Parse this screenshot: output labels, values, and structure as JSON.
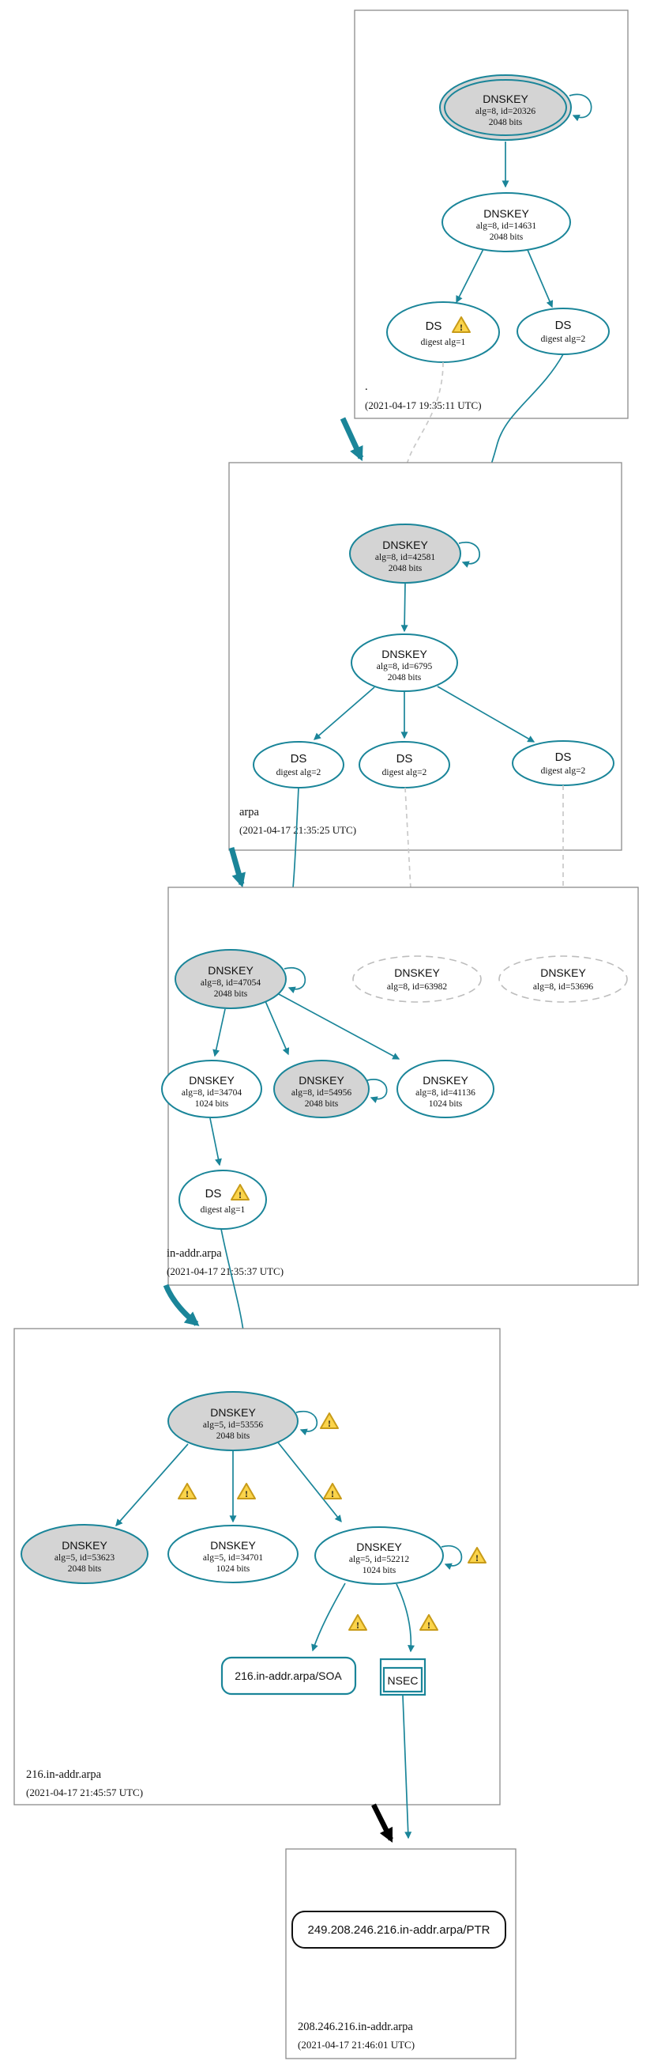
{
  "colors": {
    "teal": "#1a8599",
    "node_fill_gray": "#d4d4d4",
    "dashed_edge_gray": "#c9c9c9",
    "zone_box_border": "#8c8c8c",
    "warning_fill": "#fbd44b",
    "warning_border": "#c89b18",
    "insecure_arrow_black": "#000000"
  },
  "icons": {
    "warning_glyph": "!"
  },
  "zones": {
    "root": {
      "label": ".",
      "timestamp": "(2021-04-17 19:35:11 UTC)"
    },
    "arpa": {
      "label": "arpa",
      "timestamp": "(2021-04-17 21:35:25 UTC)"
    },
    "inaddr": {
      "label": "in-addr.arpa",
      "timestamp": "(2021-04-17 21:35:37 UTC)"
    },
    "net216": {
      "label": "216.in-addr.arpa",
      "timestamp": "(2021-04-17 21:45:57 UTC)"
    },
    "leaf": {
      "label": "208.246.216.in-addr.arpa",
      "timestamp": "(2021-04-17 21:46:01 UTC)"
    }
  },
  "nodes": {
    "root_ksk": {
      "title": "DNSKEY",
      "line2": "alg=8, id=20326",
      "line3": "2048 bits"
    },
    "root_zsk": {
      "title": "DNSKEY",
      "line2": "alg=8, id=14631",
      "line3": "2048 bits"
    },
    "root_ds1": {
      "title": "DS",
      "line2": "digest alg=1"
    },
    "root_ds2": {
      "title": "DS",
      "line2": "digest alg=2"
    },
    "arpa_ksk": {
      "title": "DNSKEY",
      "line2": "alg=8, id=42581",
      "line3": "2048 bits"
    },
    "arpa_zsk": {
      "title": "DNSKEY",
      "line2": "alg=8, id=6795",
      "line3": "2048 bits"
    },
    "arpa_ds1": {
      "title": "DS",
      "line2": "digest alg=2"
    },
    "arpa_ds2": {
      "title": "DS",
      "line2": "digest alg=2"
    },
    "arpa_ds3": {
      "title": "DS",
      "line2": "digest alg=2"
    },
    "inaddr_ksk": {
      "title": "DNSKEY",
      "line2": "alg=8, id=47054",
      "line3": "2048 bits"
    },
    "inaddr_key63982": {
      "title": "DNSKEY",
      "line2": "alg=8, id=63982"
    },
    "inaddr_key53696": {
      "title": "DNSKEY",
      "line2": "alg=8, id=53696"
    },
    "inaddr_key34704": {
      "title": "DNSKEY",
      "line2": "alg=8, id=34704",
      "line3": "1024 bits"
    },
    "inaddr_key54956": {
      "title": "DNSKEY",
      "line2": "alg=8, id=54956",
      "line3": "2048 bits"
    },
    "inaddr_key41136": {
      "title": "DNSKEY",
      "line2": "alg=8, id=41136",
      "line3": "1024 bits"
    },
    "inaddr_ds": {
      "title": "DS",
      "line2": "digest alg=1"
    },
    "net216_ksk": {
      "title": "DNSKEY",
      "line2": "alg=5, id=53556",
      "line3": "2048 bits"
    },
    "net216_key53623": {
      "title": "DNSKEY",
      "line2": "alg=5, id=53623",
      "line3": "2048 bits"
    },
    "net216_key34701": {
      "title": "DNSKEY",
      "line2": "alg=5, id=34701",
      "line3": "1024 bits"
    },
    "net216_key52212": {
      "title": "DNSKEY",
      "line2": "alg=5, id=52212",
      "line3": "1024 bits"
    },
    "net216_soa": {
      "label": "216.in-addr.arpa/SOA"
    },
    "net216_nsec": {
      "label": "NSEC"
    },
    "leaf_ptr": {
      "label": "249.208.246.216.in-addr.arpa/PTR"
    }
  }
}
